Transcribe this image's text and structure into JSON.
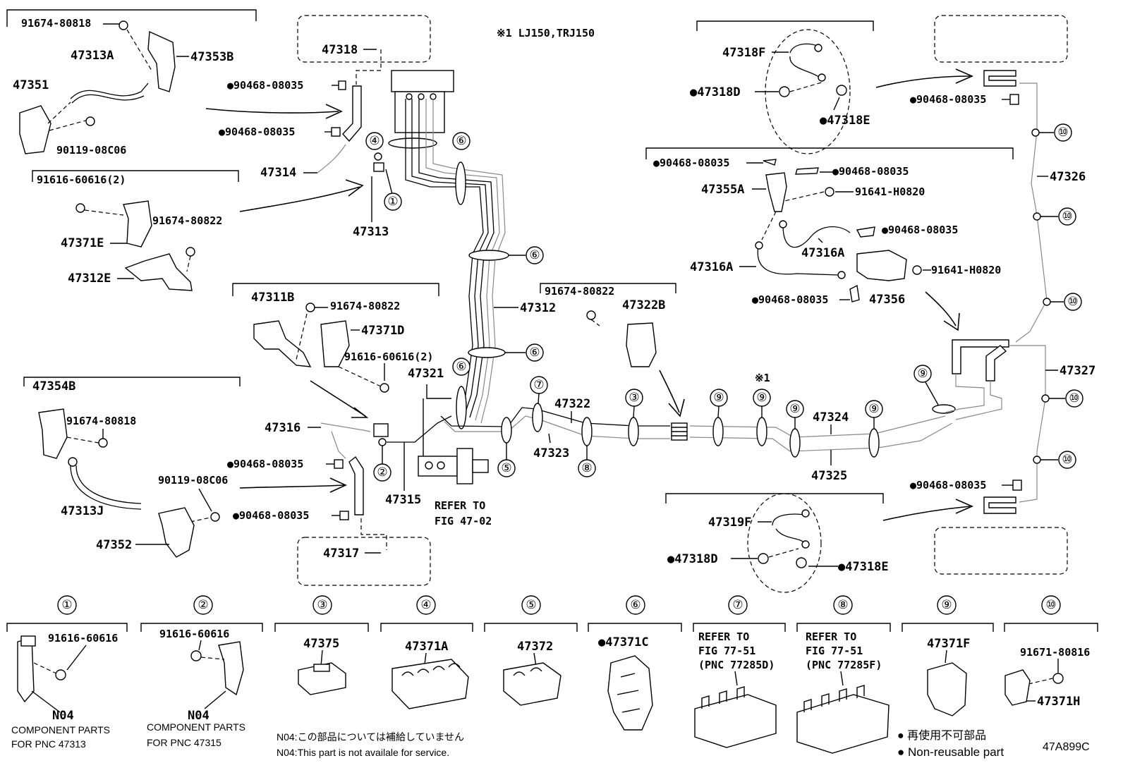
{
  "note_variant": "※1 LJ150,TRJ150",
  "variant_mark": "※1",
  "parts": {
    "p91674_80818_a": "91674-80818",
    "p47313A": "47313A",
    "p47353B": "47353B",
    "p47351": "47351",
    "p90119_08C06_a": "90119-08C06",
    "p47318": "47318",
    "p90468_a": "●90468-08035",
    "p90468_b": "●90468-08035",
    "p47314": "47314",
    "p47313": "47313",
    "p91616_60616_2a": "91616-60616(2)",
    "p91674_80822_a": "91674-80822",
    "p47371E": "47371E",
    "p47312E": "47312E",
    "p47311B": "47311B",
    "p91674_80822_b": "91674-80822",
    "p47371D": "47371D",
    "p91616_60616_2b": "91616-60616(2)",
    "p47312": "47312",
    "p47321": "47321",
    "p47354B": "47354B",
    "p91674_80818_b": "91674-80818",
    "p47316": "47316",
    "p90468_c": "●90468-08035",
    "p47313J": "47313J",
    "p90119_08C06_b": "90119-08C06",
    "p90468_d": "●90468-08035",
    "p47352": "47352",
    "p47315": "47315",
    "p47317": "47317",
    "refer_fig": "REFER TO",
    "refer_fig2": "FIG 47-02",
    "p91674_80822_c": "91674-80822",
    "p47322B": "47322B",
    "p47322": "47322",
    "p47323": "47323",
    "p47324": "47324",
    "p47325": "47325",
    "p47318F": "47318F",
    "p47318D_a": "●47318D",
    "p47318E_a": "●47318E",
    "p90468_e": "●90468-08035",
    "p90468_f": "●90468-08035",
    "p90468_g": "●90468-08035",
    "p47355A": "47355A",
    "p91641_H0820_a": "91641-H0820",
    "p90468_h": "●90468-08035",
    "p47316A_a": "47316A",
    "p47316A_b": "47316A",
    "p91641_H0820_b": "91641-H0820",
    "p90468_i": "●90468-08035",
    "p47356": "47356",
    "p47326": "47326",
    "p47327": "47327",
    "p90468_j": "●90468-08035",
    "p47319F": "47319F",
    "p47318D_b": "●47318D",
    "p47318E_b": "●47318E"
  },
  "callouts": [
    "①",
    "②",
    "③",
    "④",
    "⑤",
    "⑥",
    "⑦",
    "⑧",
    "⑨",
    "⑩"
  ],
  "legend": {
    "c1_part": "91616-60616",
    "c1_code": "N04",
    "c1_note1": "COMPONENT PARTS",
    "c1_note2": "FOR PNC 47313",
    "c2_part": "91616-60616",
    "c2_code": "N04",
    "c2_note1": "COMPONENT PARTS",
    "c2_note2": "FOR PNC 47315",
    "c3_part": "47375",
    "c4_part": "47371A",
    "c5_part": "47372",
    "c6_part": "●47371C",
    "c7_line1": "REFER TO",
    "c7_line2": "FIG 77-51",
    "c7_line3": "(PNC 77285D)",
    "c8_line1": "REFER TO",
    "c8_line2": "FIG 77-51",
    "c8_line3": "(PNC 77285F)",
    "c9_part": "47371F",
    "c10_part1": "91671-80816",
    "c10_part2": "47371H",
    "n04_jp": "N04:この部品については補給していません",
    "n04_en": "N04:This part is not availale for service.",
    "nonreuse_jp": "● 再使用不可部品",
    "nonreuse_en": "● Non-reusable part",
    "fig_code": "47A899C"
  }
}
